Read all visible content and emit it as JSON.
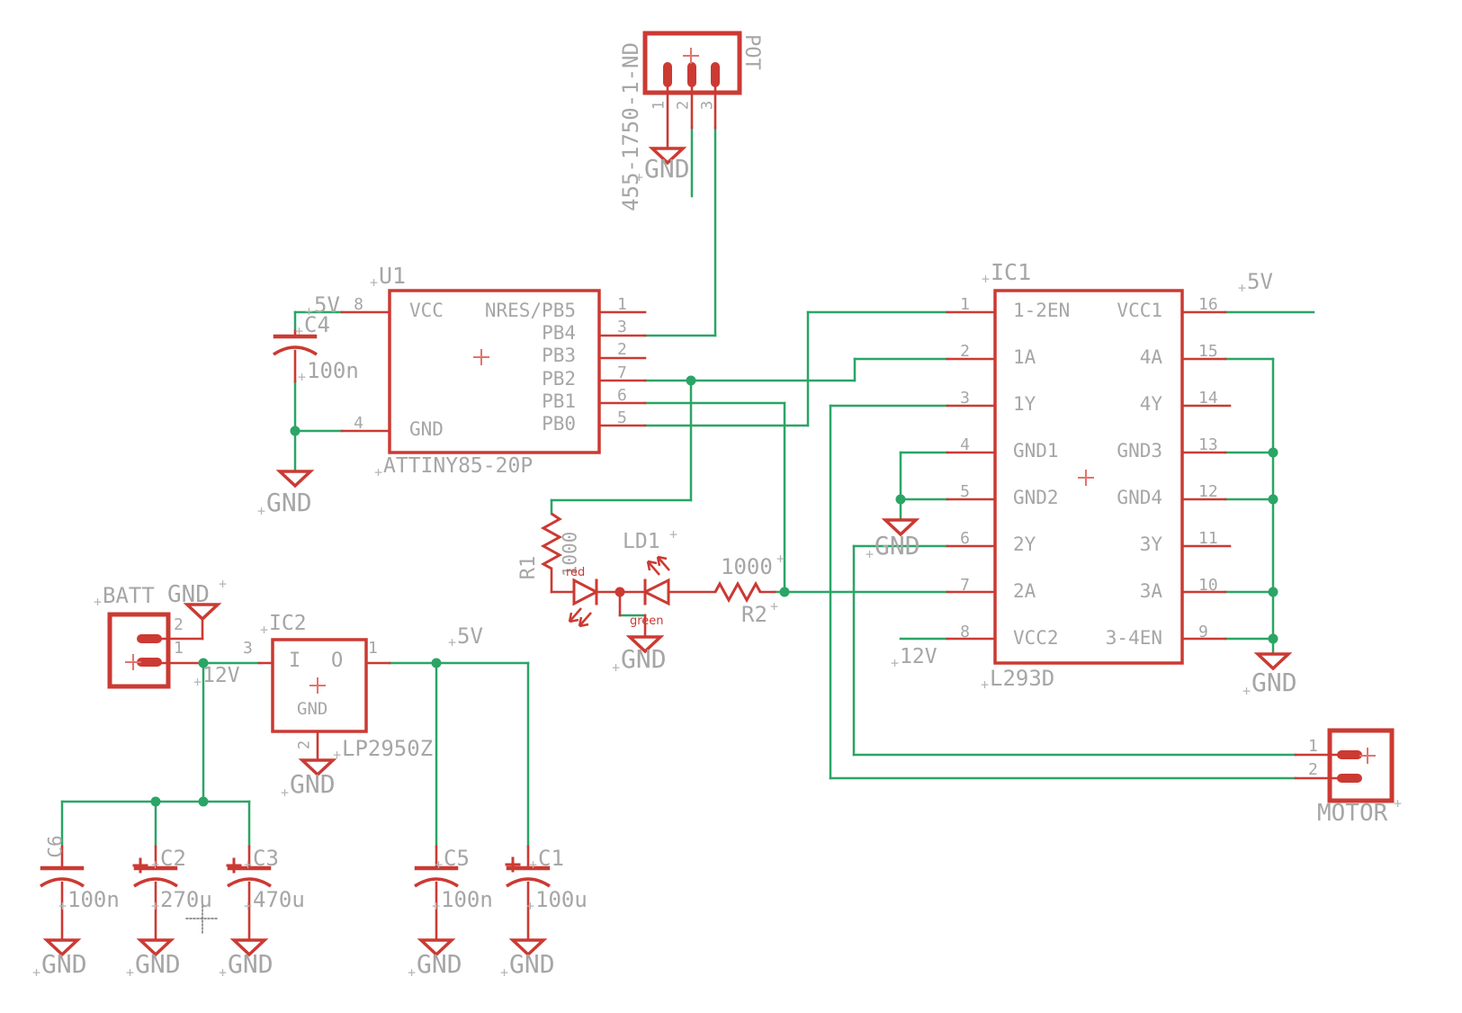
{
  "colors": {
    "component_red": "#cb3a33",
    "net_green": "#2aa566",
    "label_gray": "#a6a6a6"
  },
  "pot": {
    "ref": "POT",
    "part": "455-1750-1-ND",
    "pins": [
      "1",
      "2",
      "3"
    ],
    "gnd": "GND"
  },
  "u1": {
    "ref": "U1",
    "value": "ATTINY85-20P",
    "supply": "5V",
    "left_pins": [
      {
        "num": "8",
        "label": "VCC"
      },
      {
        "num": "4",
        "label": "GND"
      }
    ],
    "right_pins": [
      {
        "num": "1",
        "label": "NRES/PB5"
      },
      {
        "num": "3",
        "label": "PB4"
      },
      {
        "num": "2",
        "label": "PB3"
      },
      {
        "num": "7",
        "label": "PB2"
      },
      {
        "num": "6",
        "label": "PB1"
      },
      {
        "num": "5",
        "label": "PB0"
      }
    ]
  },
  "c4": {
    "ref": "C4",
    "value": "100n",
    "gnd": "GND"
  },
  "ic1": {
    "ref": "IC1",
    "value": "L293D",
    "supply": "5V",
    "supply2": "12V",
    "gnd_left": "GND",
    "gnd_right": "GND",
    "left_pins": [
      {
        "num": "1",
        "label": "1-2EN"
      },
      {
        "num": "2",
        "label": "1A"
      },
      {
        "num": "3",
        "label": "1Y"
      },
      {
        "num": "4",
        "label": "GND1"
      },
      {
        "num": "5",
        "label": "GND2"
      },
      {
        "num": "6",
        "label": "2Y"
      },
      {
        "num": "7",
        "label": "2A"
      },
      {
        "num": "8",
        "label": "VCC2"
      }
    ],
    "right_pins": [
      {
        "num": "16",
        "label": "VCC1"
      },
      {
        "num": "15",
        "label": "4A"
      },
      {
        "num": "14",
        "label": "4Y"
      },
      {
        "num": "13",
        "label": "GND3"
      },
      {
        "num": "12",
        "label": "GND4"
      },
      {
        "num": "11",
        "label": "3Y"
      },
      {
        "num": "10",
        "label": "3A"
      },
      {
        "num": "9",
        "label": "3-4EN"
      }
    ]
  },
  "motor": {
    "ref": "MOTOR",
    "pins": [
      "1",
      "2"
    ]
  },
  "batt": {
    "ref": "BATT",
    "gnd": "GND",
    "rail": "12V",
    "pins": [
      "2",
      "1"
    ]
  },
  "ic2": {
    "ref": "IC2",
    "value": "LP2950Z",
    "input": "I",
    "output": "O",
    "gnd_label": "GND",
    "gnd": "GND",
    "out_net": "5V",
    "pins": {
      "in": "3",
      "out": "1",
      "gnd": "2"
    }
  },
  "r1": {
    "ref": "R1",
    "value": "1000"
  },
  "r2": {
    "ref": "R2",
    "value": "1000"
  },
  "ld1": {
    "ref": "LD1",
    "colors": [
      "red",
      "green"
    ],
    "gnd": "GND"
  },
  "caps": [
    {
      "ref": "C6",
      "value": "100n",
      "gnd": "GND"
    },
    {
      "ref": "C2",
      "value": "270u",
      "gnd": "GND"
    },
    {
      "ref": "C3",
      "value": "470u",
      "gnd": "GND"
    },
    {
      "ref": "C5",
      "value": "100n",
      "gnd": "GND"
    },
    {
      "ref": "C1",
      "value": "100u",
      "gnd": "GND"
    }
  ]
}
